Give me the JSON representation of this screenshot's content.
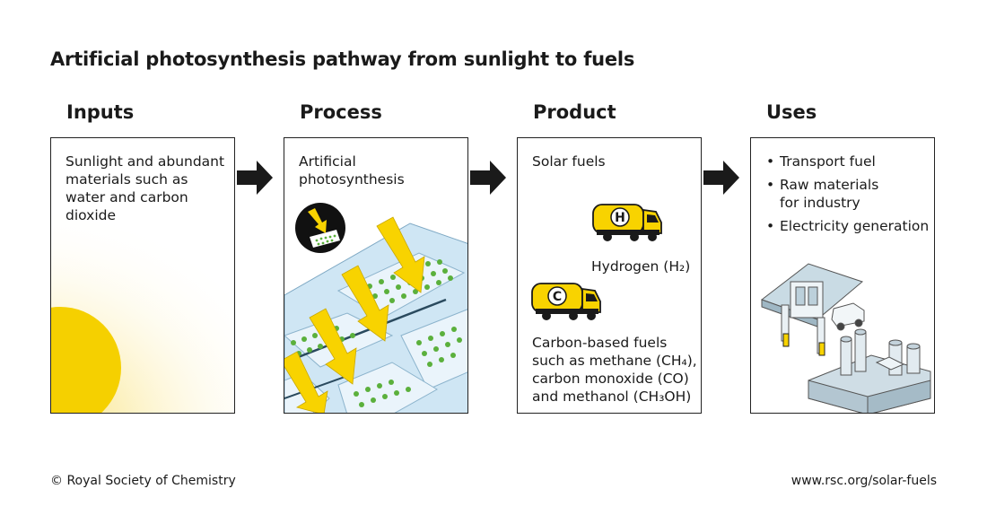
{
  "title": "Artificial photosynthesis pathway from sunlight to fuels",
  "columns": {
    "inputs": {
      "heading": "Inputs",
      "text": "Sunlight and abundant materials such as water and carbon dioxide"
    },
    "process": {
      "heading": "Process",
      "text": "Artificial photosynthesis"
    },
    "product": {
      "heading": "Product",
      "text": "Solar fuels",
      "hydrogen_label": "Hydrogen (H₂)",
      "hydrogen_badge": "H",
      "carbon_badge": "C",
      "carbon_label_line1": "Carbon-based fuels",
      "carbon_label_line2": "such as methane (CH₄),",
      "carbon_label_line3": "carbon monoxide (CO)",
      "carbon_label_line4": "and methanol (CH₃OH)"
    },
    "uses": {
      "heading": "Uses",
      "items": [
        "Transport fuel",
        "Raw materials\nfor industry",
        "Electricity generation"
      ]
    }
  },
  "footer": {
    "copyright": "© Royal Society of Chemistry",
    "url": "www.rsc.org/solar-fuels"
  },
  "colors": {
    "sun": "#f5d000",
    "arrow_yellow": "#f8d300",
    "dots_green": "#5bb03c",
    "panel_blue": "#cfe6f4",
    "outline": "#222222"
  }
}
